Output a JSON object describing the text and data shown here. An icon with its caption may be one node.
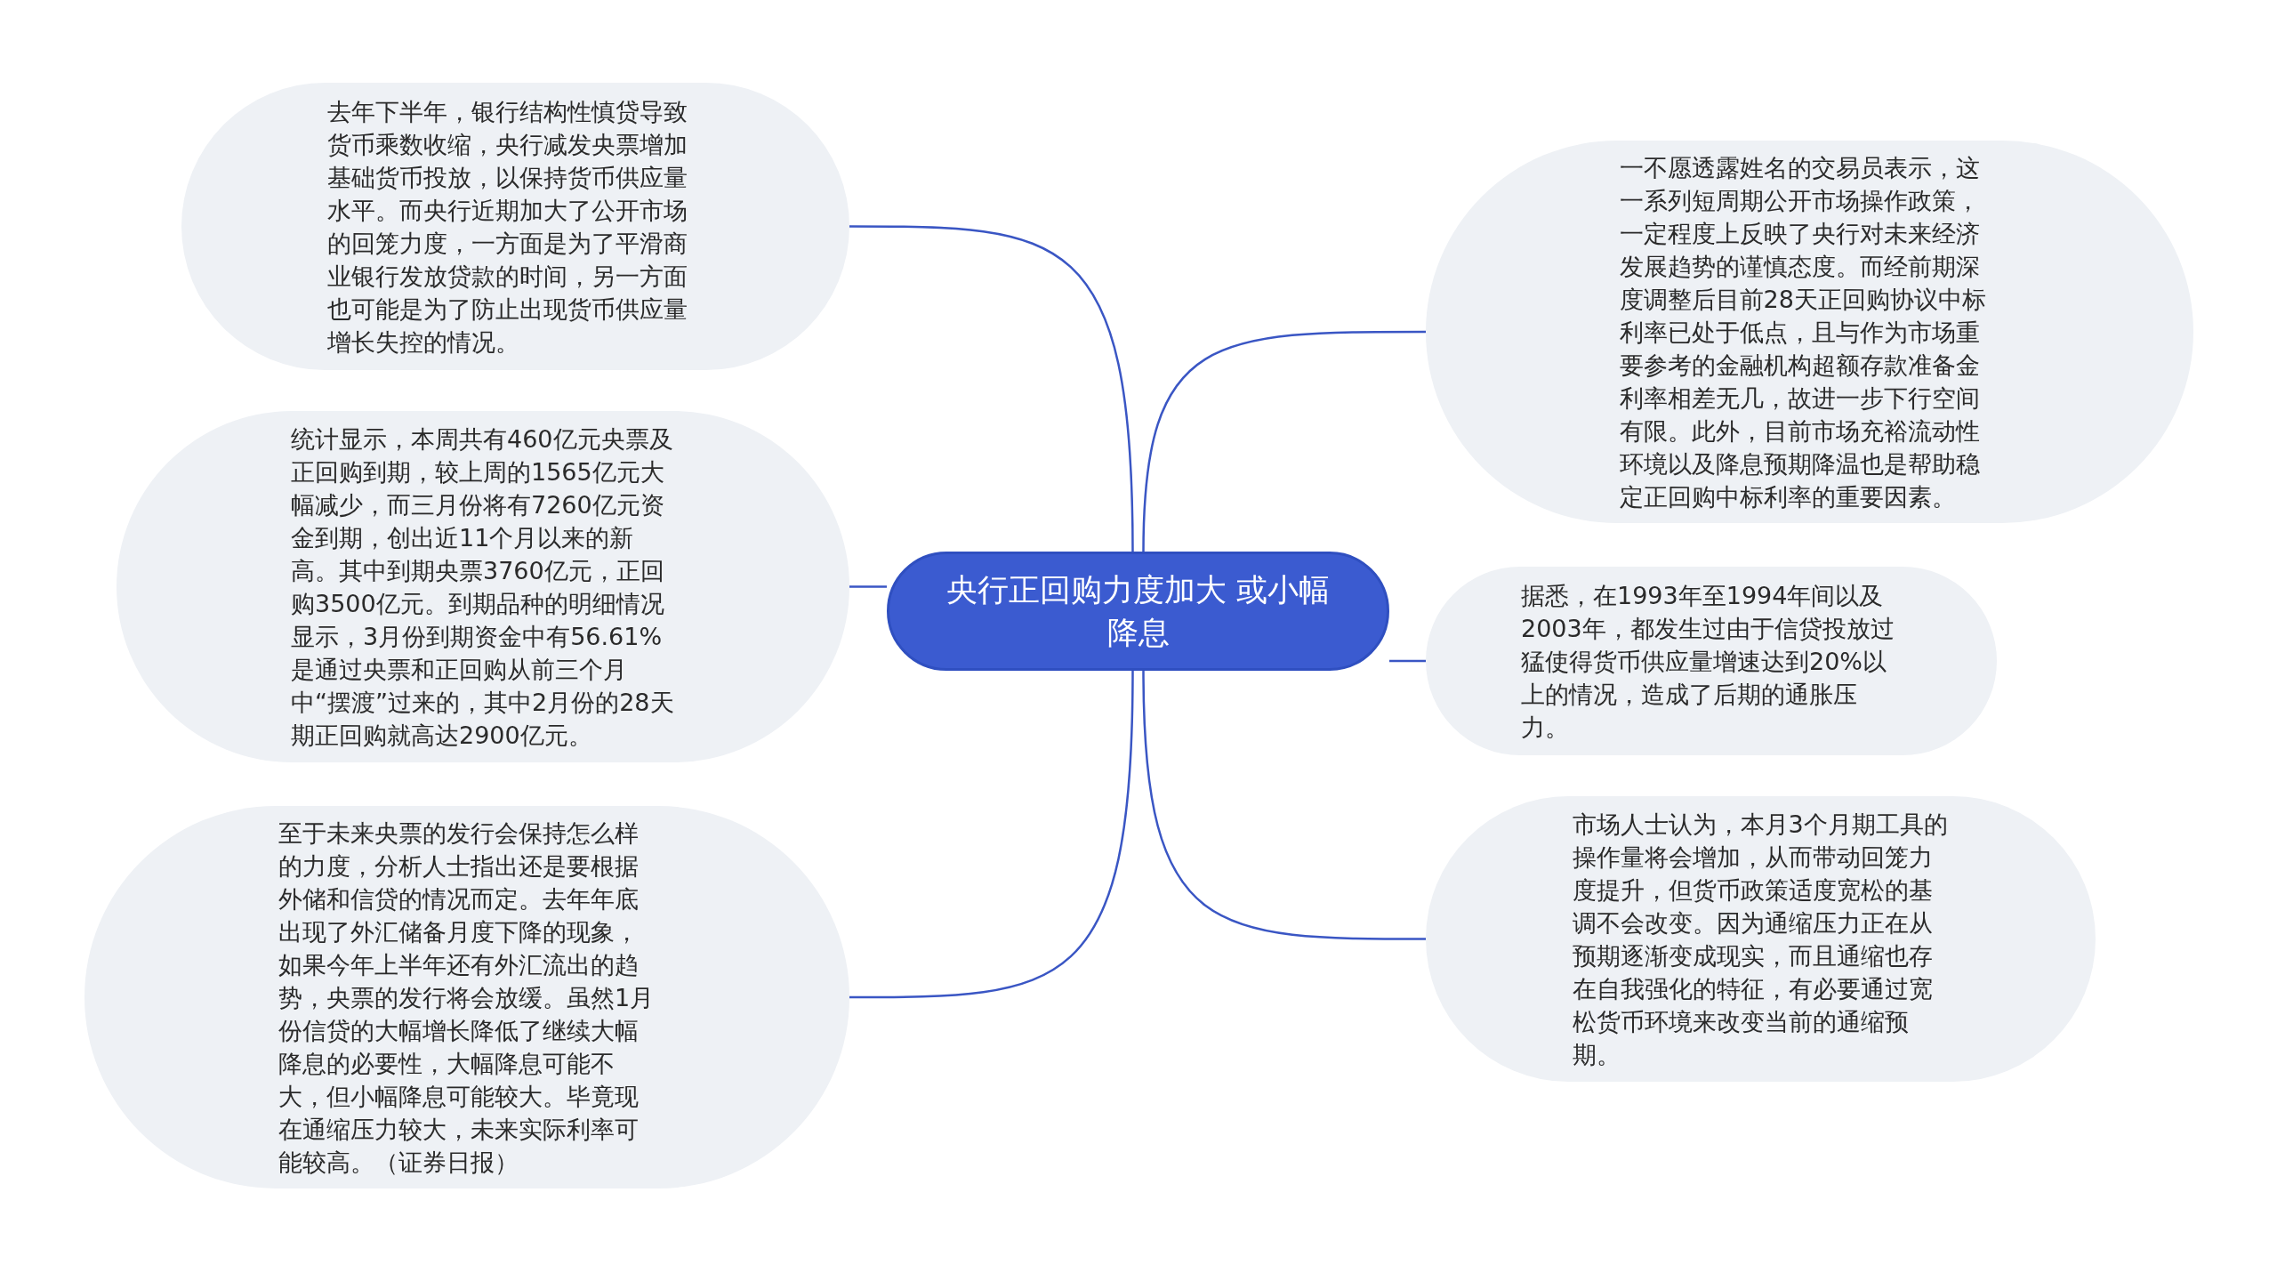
{
  "diagram": {
    "nodes": [
      {
        "text": [
          "央行正回购力度加大 或小幅降息"
        ]
      },
      {
        "text": [
          "去年下半年，银行结构性慎贷导致货币乘数收缩，央行减发央票增加基础货币投放，以保持货币供应量水平。而央行近期加大了公开市场的回笼力度，一方面是为了平滑商业银行发放贷款的时间，另一方面也可能是为了防止出现货币供应量增长失控的情况。"
        ]
      },
      {
        "text": [
          "统计显示，本周共有460亿元央票及正回购到期，较上周的1565亿元大幅减少，而三月份将有7260亿元资金到期，创出近11个月以来的新高。其中到期央票3760亿元，正回购3500亿元。到期品种的明细情况显示，3月份到期资金中有56.61%是通过央票和正回购从前三个月中“摆渡”过来的，其中2月份的28天期正回购就高达2900亿元。"
        ]
      },
      {
        "text": [
          "至于未来央票的发行会保持怎么样的力度，分析人士指出还是要根据外储和信贷的情况而定。去年年底出现了外汇储备月度下降的现象，如果今年上半年还有外汇流出的趋势，央票的发行将会放缓。虽然1月份信贷的大幅增长降低了继续大幅降息的必要性，大幅降息可能不大，但小幅降息可能较大。毕竟现在通缩压力较大，未来实际利率可能较高。（证券日报）"
        ]
      },
      {
        "text": [
          "一不愿透露姓名的交易员表示，这一系列短周期公开市场操作政策，一定程度上反映了央行对未来经济发展趋势的谨慎态度。而经前期深度调整后目前28天正回购协议中标利率已处于低点，且与作为市场重要参考的金融机构超额存款准备金利率相差无几，故进一步下行空间有限。此外，目前市场充裕流动性环境以及降息预期降温也是帮助稳定正回购中标利率的重要因素。"
        ]
      },
      {
        "text": [
          "据悉，在1993年至1994年间以及2003年，都发生过由于信贷投放过猛使得货币供应量增速达到20%以上的情况，造成了后期的通胀压力。"
        ]
      },
      {
        "text": [
          "市场人士认为，本月3个月期工具的操作量将会增加，从而带动回笼力度提升，但货币政策适度宽松的基调不会改变。因为通缩压力正在从预期逐渐变成现实，而且通缩也存在自我强化的特征，有必要通过宽松货币环境来改变当前的通缩预期。"
        ]
      }
    ],
    "edges": [
      {
        "from": 0,
        "to": 1,
        "arrow": "none"
      },
      {
        "from": 0,
        "to": 2,
        "arrow": "none"
      },
      {
        "from": 0,
        "to": 3,
        "arrow": "none"
      },
      {
        "from": 0,
        "to": 4,
        "arrow": "none"
      },
      {
        "from": 0,
        "to": 5,
        "arrow": "none"
      },
      {
        "from": 0,
        "to": 6,
        "arrow": "none"
      }
    ]
  }
}
